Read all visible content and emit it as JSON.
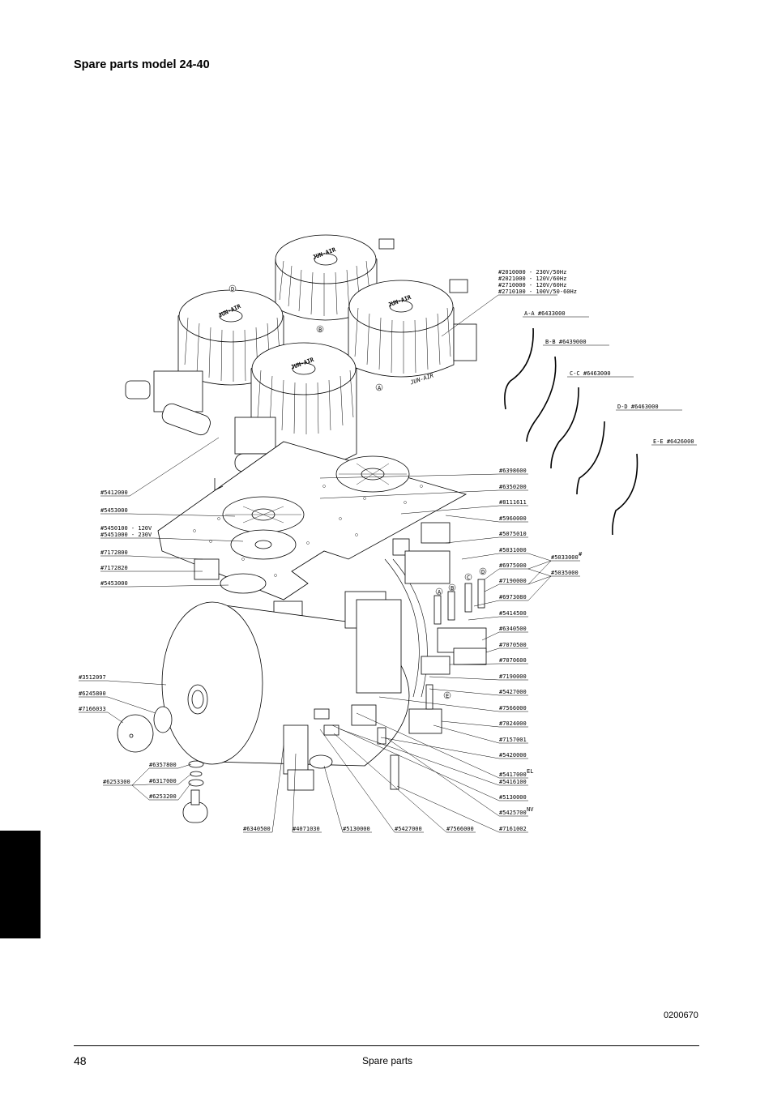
{
  "page": {
    "title": "Spare parts model 24-40",
    "drawing_code": "0200670",
    "page_number": "48",
    "footer_text": "Spare parts"
  },
  "motor_variants": [
    "#2010000 - 230V/50Hz",
    "#2021000 - 120V/60Hz",
    "#2710000 - 120V/60Hz",
    "#2710100 - 100V/50-60Hz"
  ],
  "hoses": [
    "A-A #6433000",
    "B-B #6439000",
    "C-C #6463000",
    "D-D #6463000",
    "E-E #6426000"
  ],
  "hose_markers": [
    "D",
    "B",
    "A",
    "A",
    "B",
    "C",
    "D",
    "E",
    "E"
  ],
  "brand_marks": [
    "JUN-AIR",
    "JUN-AIR",
    "JUN-AIR",
    "JUN-AIR",
    "JUN-AIR"
  ],
  "left_labels": [
    "#5412000",
    "#5453000",
    "#5450100 - 120V",
    "#5451000 - 230V",
    "#7172800",
    "#7172820",
    "#5453000",
    "#3512097",
    "#6245800",
    "#7166033",
    "#6357800",
    "#6253300",
    "#6317000",
    "#6253200"
  ],
  "right_labels": [
    "#6398600",
    "#6350200",
    "#8111611",
    "#5960000",
    "#5075010",
    "#5031000",
    "#6975000",
    "#7190000",
    "#6973080",
    "#5414500",
    "#6340500",
    "#7070500",
    "#7070600",
    "#7190000",
    "#5427000",
    "#7566000",
    "#7024000",
    "#7157001",
    "#5420000",
    "#5417000",
    "#5416100",
    "#5130000",
    "#5425700",
    "#7161002"
  ],
  "right_label_superscripts": [
    "EL",
    "NV"
  ],
  "group_labels": [
    "#5033000",
    "#5035000"
  ],
  "group_superscript": "#",
  "bottom_labels": [
    "#6340500",
    "#4071030",
    "#5130000",
    "#5427000",
    "#7566000"
  ]
}
